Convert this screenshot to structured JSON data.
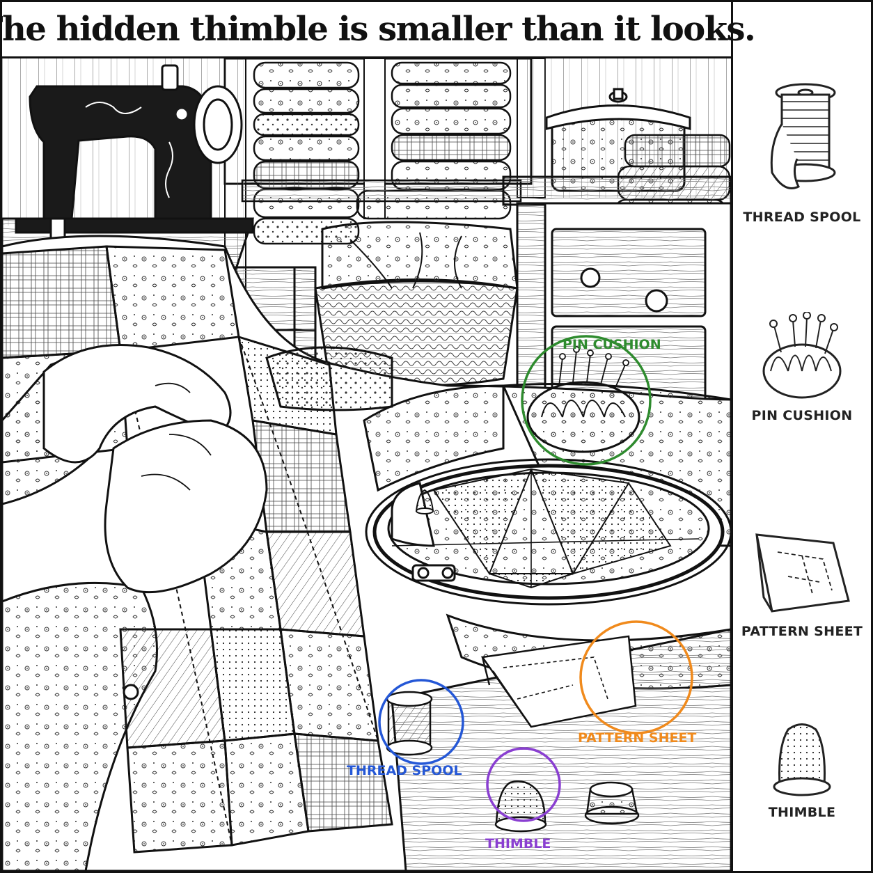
{
  "title": "The hidden thimble is smaller than it looks.",
  "sidebar": {
    "items": [
      {
        "label": "THREAD SPOOL",
        "icon": "thread-spool-icon"
      },
      {
        "label": "PIN CUSHION",
        "icon": "pin-cushion-icon"
      },
      {
        "label": "PATTERN SHEET",
        "icon": "pattern-sheet-icon"
      },
      {
        "label": "THIMBLE",
        "icon": "thimble-icon"
      }
    ]
  },
  "found": [
    {
      "label": "PIN CUSHION",
      "color": "#2e8b2e"
    },
    {
      "label": "PATTERN SHEET",
      "color": "#f08a1c"
    },
    {
      "label": "THREAD SPOOL",
      "color": "#2457d6"
    },
    {
      "label": "THIMBLE",
      "color": "#8a3fd1"
    }
  ]
}
